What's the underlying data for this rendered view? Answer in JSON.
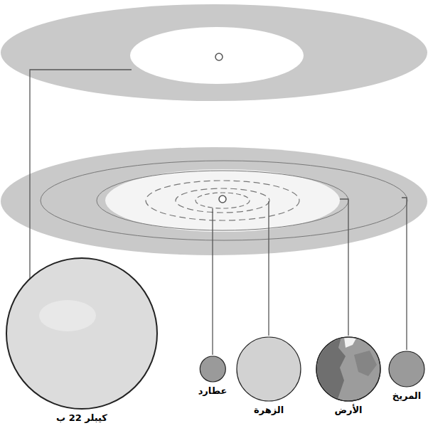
{
  "diagram": {
    "nodes": [
      {
        "text": [
          "كيبلر 22 ب"
        ]
      },
      {
        "text": [
          "عطارد"
        ]
      },
      {
        "text": [
          "الزهرة"
        ]
      },
      {
        "text": [
          "الأرض"
        ]
      },
      {
        "text": [
          "المريخ"
        ]
      }
    ]
  }
}
